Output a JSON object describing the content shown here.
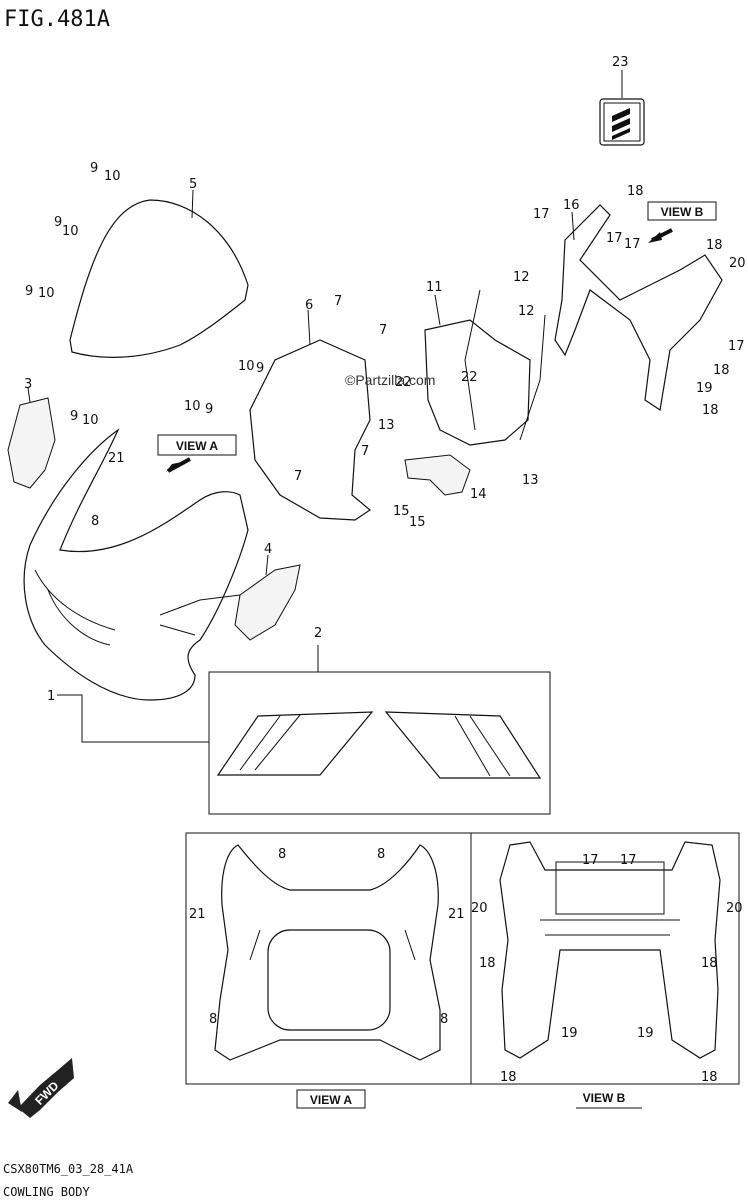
{
  "figure": {
    "title": "FIG.481A",
    "code": "CSX80TM6_03_28_41A",
    "subtitle": "COWLING BODY"
  },
  "watermark": "©Partzilla.com",
  "fwd_label": "FWD",
  "views": {
    "a_callout": "VIEW A",
    "b_callout": "VIEW B",
    "a_caption": "VIEW A",
    "b_caption": "VIEW B"
  },
  "callouts": {
    "c1": "1",
    "c2": "2",
    "c3": "3",
    "c4": "4",
    "c5": "5",
    "c6": "6",
    "c7a": "7",
    "c7b": "7",
    "c7c": "7",
    "c7d": "7",
    "c8": "8",
    "c9a": "9",
    "c9b": "9",
    "c9c": "9",
    "c9d": "9",
    "c9e": "9",
    "c9f": "9",
    "c10a": "10",
    "c10b": "10",
    "c10c": "10",
    "c10d": "10",
    "c10e": "10",
    "c10f": "10",
    "c11": "11",
    "c12a": "12",
    "c12b": "12",
    "c13a": "13",
    "c13b": "13",
    "c14": "14",
    "c15a": "15",
    "c15b": "15",
    "c16": "16",
    "c17a": "17",
    "c17b": "17",
    "c17c": "17",
    "c17d": "17",
    "c18a": "18",
    "c18b": "18",
    "c18c": "18",
    "c18d": "18",
    "c19": "19",
    "c20": "20",
    "c21": "21",
    "c22a": "22",
    "c22b": "22",
    "c23": "23",
    "va8a": "8",
    "va8b": "8",
    "va8c": "8",
    "va8d": "8",
    "va21a": "21",
    "va21b": "21",
    "vb17a": "17",
    "vb17b": "17",
    "vb20a": "20",
    "vb20b": "20",
    "vb18a": "18",
    "vb18b": "18",
    "vb18c": "18",
    "vb18d": "18",
    "vb19a": "19",
    "vb19b": "19"
  }
}
